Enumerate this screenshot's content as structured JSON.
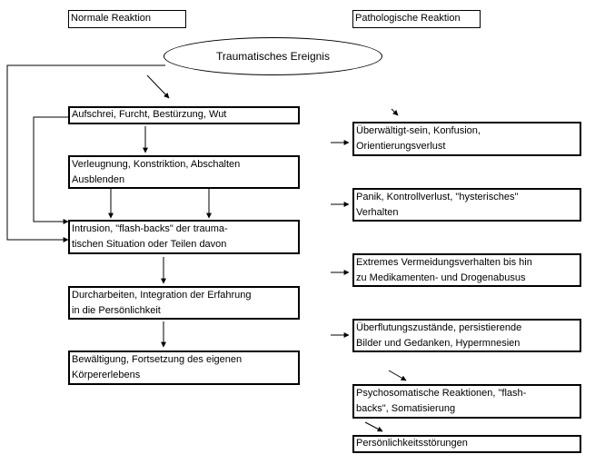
{
  "headers": {
    "normal": "Normale Reaktion",
    "pathological": "Pathologische Reaktion"
  },
  "event": "Traumatisches Ereignis",
  "normal_steps": [
    "Aufschrei, Furcht, Bestürzung, Wut",
    "Verleugnung, Konstriktion, Abschalten\nAusblenden",
    "Intrusion, \"flash-backs\" der trauma-\ntischen Situation oder Teilen davon",
    "Durcharbeiten, Integration der Erfahrung\n  in die Persönlichkeit",
    "Bewältigung, Fortsetzung des eigenen\nKörpererlebens"
  ],
  "pathological_steps": [
    "Überwältigt-sein, Konfusion,\nOrientierungsverlust",
    "Panik, Kontrollverlust, \"hysterisches\"\nVerhalten",
    "Extremes Vermeidungsverhalten bis hin\nzu Medikamenten- und Drogenabusus",
    "Überflutungszustände, persistierende\nBilder und Gedanken, Hypermnesien",
    "Psychosomatische Reaktionen, \"flash-\nbacks\", Somatisierung",
    "Persönlichkeitsstörungen"
  ]
}
